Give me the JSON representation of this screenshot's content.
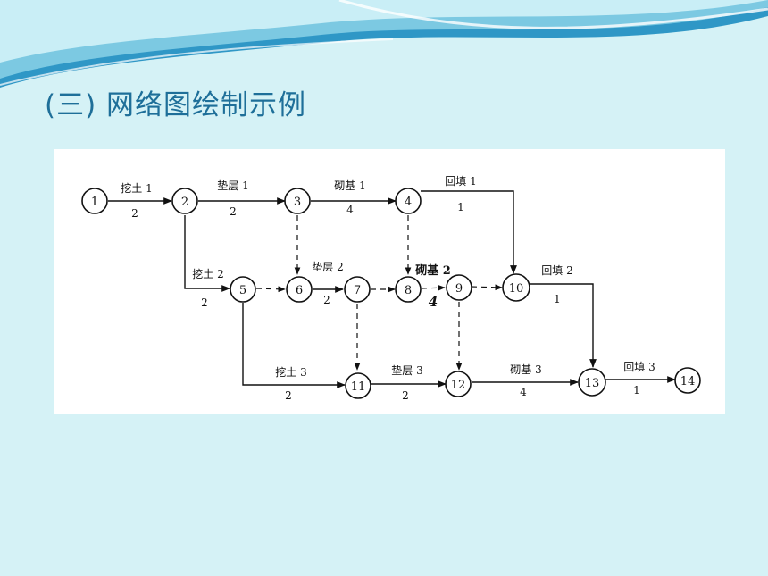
{
  "title": "(三) 网络图绘制示例",
  "colors": {
    "background": "#d5f2f6",
    "title": "#1e6f99",
    "wave_dark": "#1c7fb6",
    "wave_light": "#8fd3e6"
  },
  "nodes": [
    "1",
    "2",
    "3",
    "4",
    "5",
    "6",
    "7",
    "8",
    "9",
    "10",
    "11",
    "12",
    "13",
    "14"
  ],
  "activities": [
    {
      "name": "挖土 1",
      "duration": "2"
    },
    {
      "name": "垫层 1",
      "duration": "2"
    },
    {
      "name": "砌基 1",
      "duration": "4"
    },
    {
      "name": "回填 1",
      "duration": "1"
    },
    {
      "name": "挖土 2",
      "duration": "2"
    },
    {
      "name": "垫层 2",
      "duration": "2"
    },
    {
      "name": "砌基 2",
      "duration": "4"
    },
    {
      "name": "回填 2",
      "duration": "1"
    },
    {
      "name": "挖土 3",
      "duration": "2"
    },
    {
      "name": "垫层 3",
      "duration": "2"
    },
    {
      "name": "砌基 3",
      "duration": "4"
    },
    {
      "name": "回填 3",
      "duration": "1"
    }
  ]
}
